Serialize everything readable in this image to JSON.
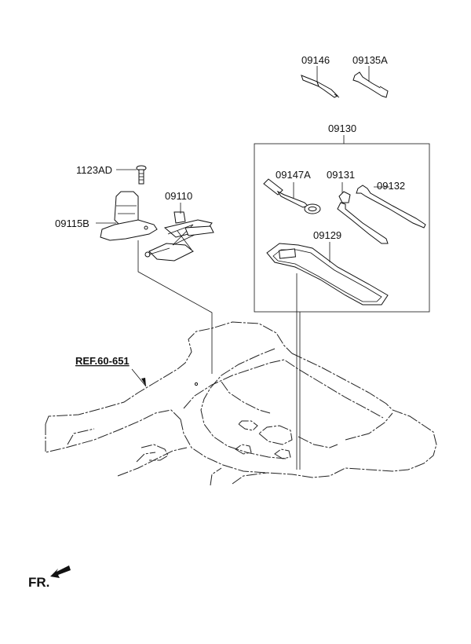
{
  "labels": {
    "p09146": "09146",
    "p09135A": "09135A",
    "p09130": "09130",
    "p1123AD": "1123AD",
    "p09110": "09110",
    "p09115B": "09115B",
    "p09147A": "09147A",
    "p09131": "09131",
    "p09132": "09132",
    "p09129": "09129"
  },
  "reference": "REF.60-651",
  "front_indicator": "FR."
}
